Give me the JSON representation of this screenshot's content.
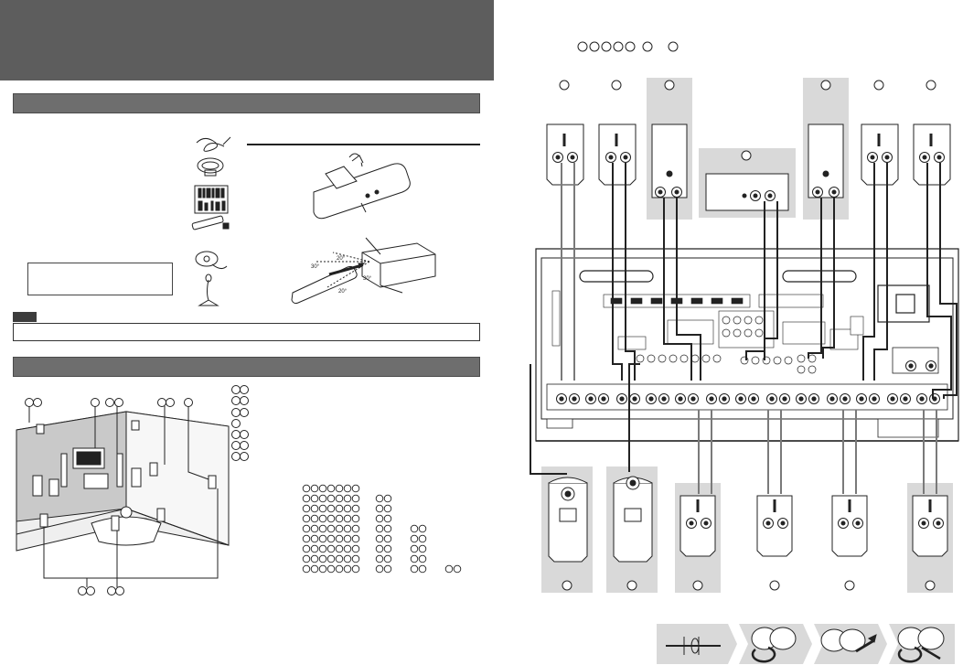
{
  "colors": {
    "header": "#5d5d5d",
    "section_bar": "#6e6e6e",
    "panel_shade": "#d9d9d9",
    "line": "#222222"
  },
  "diagram": {
    "angle_labels": [
      "20°",
      "30°",
      "30°",
      "20°"
    ]
  }
}
